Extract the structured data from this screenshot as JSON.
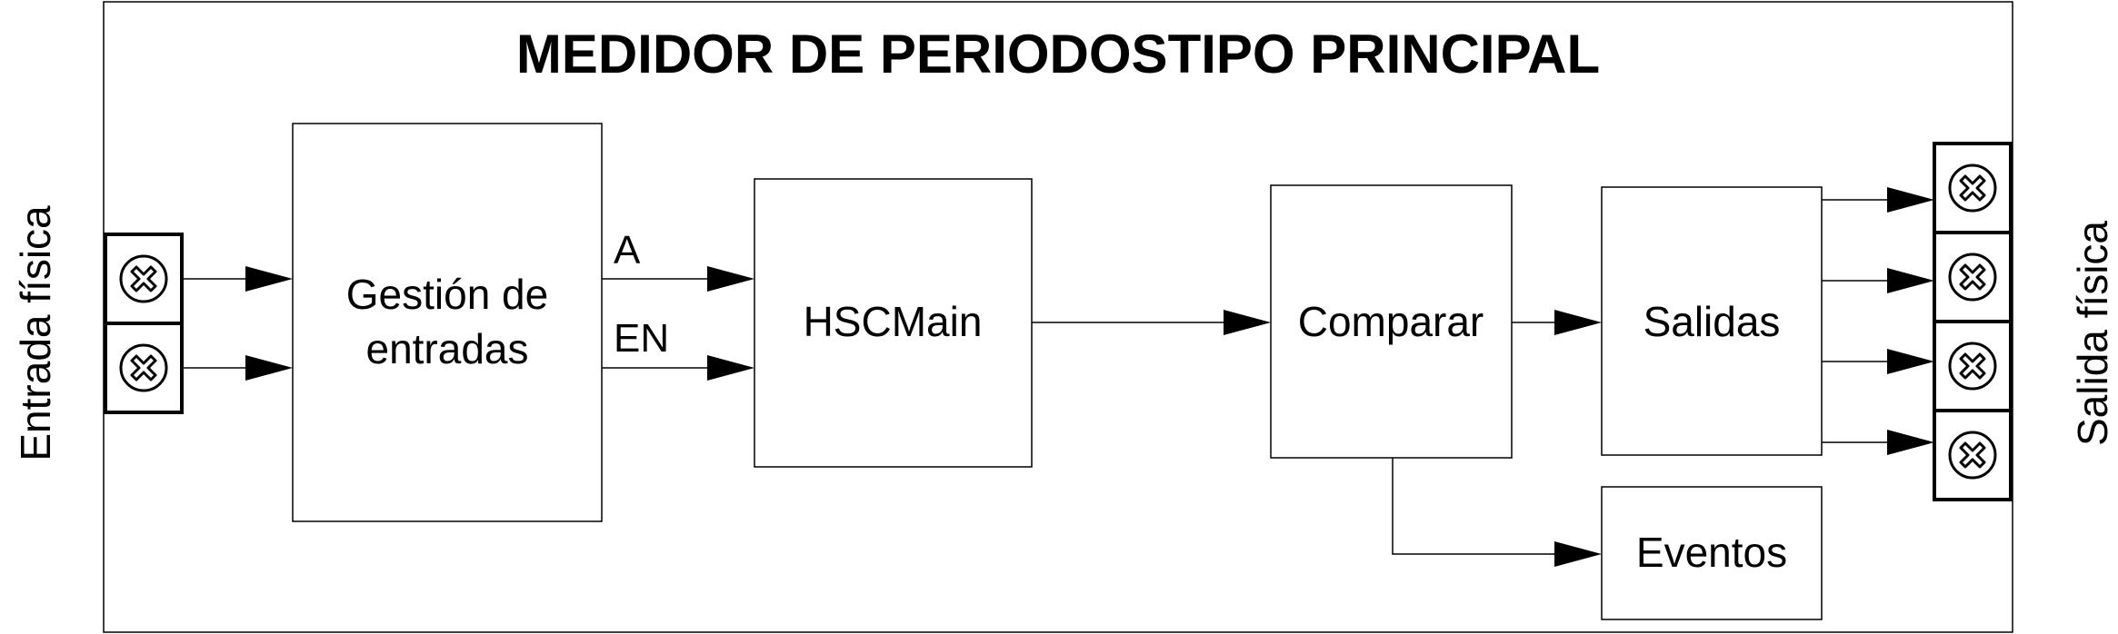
{
  "title": "MEDIDOR DE PERIODOSTIPO PRINCIPAL",
  "side_labels": {
    "left": "Entrada física",
    "right": "Salida física"
  },
  "blocks": {
    "input_mgmt": {
      "line1": "Gestión de",
      "line2": "entradas"
    },
    "hscmain": "HSCMain",
    "compare": "Comparar",
    "outputs": "Salidas",
    "events": "Eventos"
  },
  "signals": {
    "a": "A",
    "en": "EN"
  },
  "input_terminals": 2,
  "output_terminals": 4,
  "terminal_icon": "screw-terminal-icon"
}
